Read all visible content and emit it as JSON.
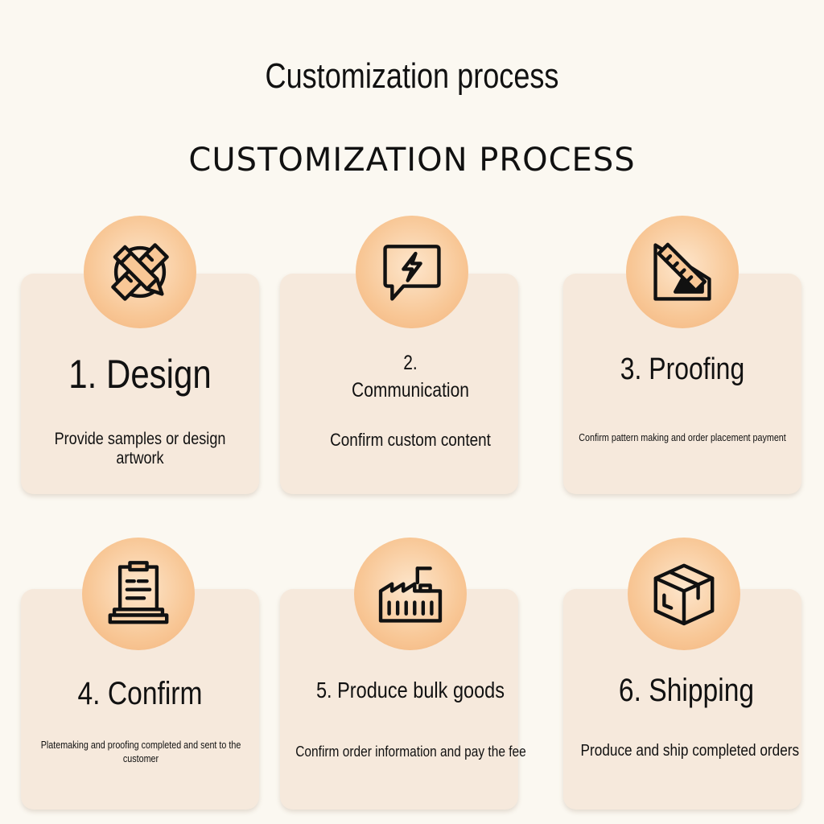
{
  "header": {
    "title": "Customization process",
    "subtitle": "CUSTOMIZATION PROCESS"
  },
  "steps": [
    {
      "number": "1.",
      "label": "Design",
      "description": "Provide samples or design artwork",
      "icon": "pencil-ruler-icon"
    },
    {
      "number": "2.",
      "label": "Communication",
      "description": "Confirm custom content",
      "icon": "chat-lightning-icon"
    },
    {
      "number": "3.",
      "label": "Proofing",
      "description": "Confirm pattern making and order placement payment",
      "icon": "ruler-pencil-icon"
    },
    {
      "number": "4.",
      "label": "Confirm",
      "description": "Platemaking and proofing completed and sent to the customer",
      "icon": "clipboard-icon"
    },
    {
      "number": "5.",
      "label": "Produce bulk goods",
      "description": "Confirm order information and pay the fee",
      "icon": "factory-icon"
    },
    {
      "number": "6.",
      "label": "Shipping",
      "description": "Produce and ship completed orders",
      "icon": "package-box-icon"
    }
  ],
  "colors": {
    "background": "#fbf8f1",
    "card": "#f6e9dc",
    "circle_accent": "#f8c796",
    "text": "#111111"
  }
}
